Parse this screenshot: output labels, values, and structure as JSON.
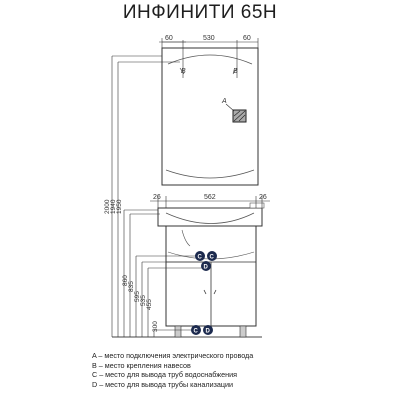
{
  "title": "ИНФИНИТИ 65Н",
  "mirror": {
    "top_dims": [
      "60",
      "530",
      "60"
    ],
    "letters": [
      "B",
      "B",
      "A"
    ]
  },
  "vanity": {
    "top_dims": [
      "26",
      "562",
      "26"
    ],
    "markers": [
      "C",
      "C",
      "D",
      "C",
      "D"
    ]
  },
  "heights": [
    "2000",
    "1940",
    "1950",
    "860",
    "835",
    "595",
    "535",
    "455",
    "300"
  ],
  "legend": [
    "A – место подключения электрического провода",
    "B – место крепления навесов",
    "C – место для вывода труб водоснабжения",
    "D – место для вывода трубы канализации"
  ]
}
